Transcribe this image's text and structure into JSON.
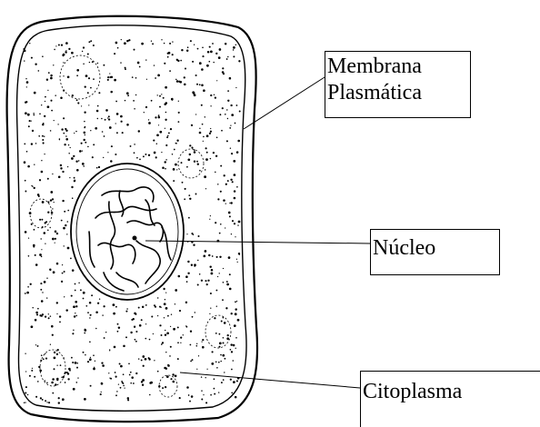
{
  "diagram": {
    "labels": {
      "membrana": [
        "Membrana",
        "Plasmática"
      ],
      "nucleo": "Núcleo",
      "citoplasma": "Citoplasma"
    },
    "colors": {
      "ink": "#000000",
      "background": "#ffffff"
    }
  }
}
